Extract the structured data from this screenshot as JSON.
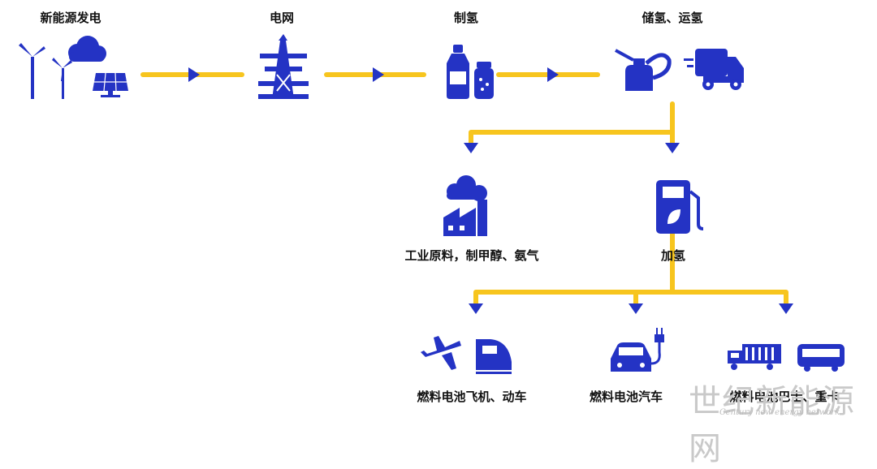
{
  "labels": {
    "renewable": "新能源发电",
    "grid": "电网",
    "production": "制氢",
    "storage": "储氢、运氢",
    "industry": "工业原料，制甲醇、氨气",
    "refuel": "加氢",
    "aviation_rail": "燃料电池飞机、动车",
    "car": "燃料电池汽车",
    "bus_truck": "燃料电池巴士、重卡"
  },
  "watermark": {
    "title": "世纪新能源网",
    "subtitle": "Century new energy network"
  },
  "colors": {
    "icon": "#2433c4",
    "connector": "#f7c51e",
    "text": "#111111"
  }
}
